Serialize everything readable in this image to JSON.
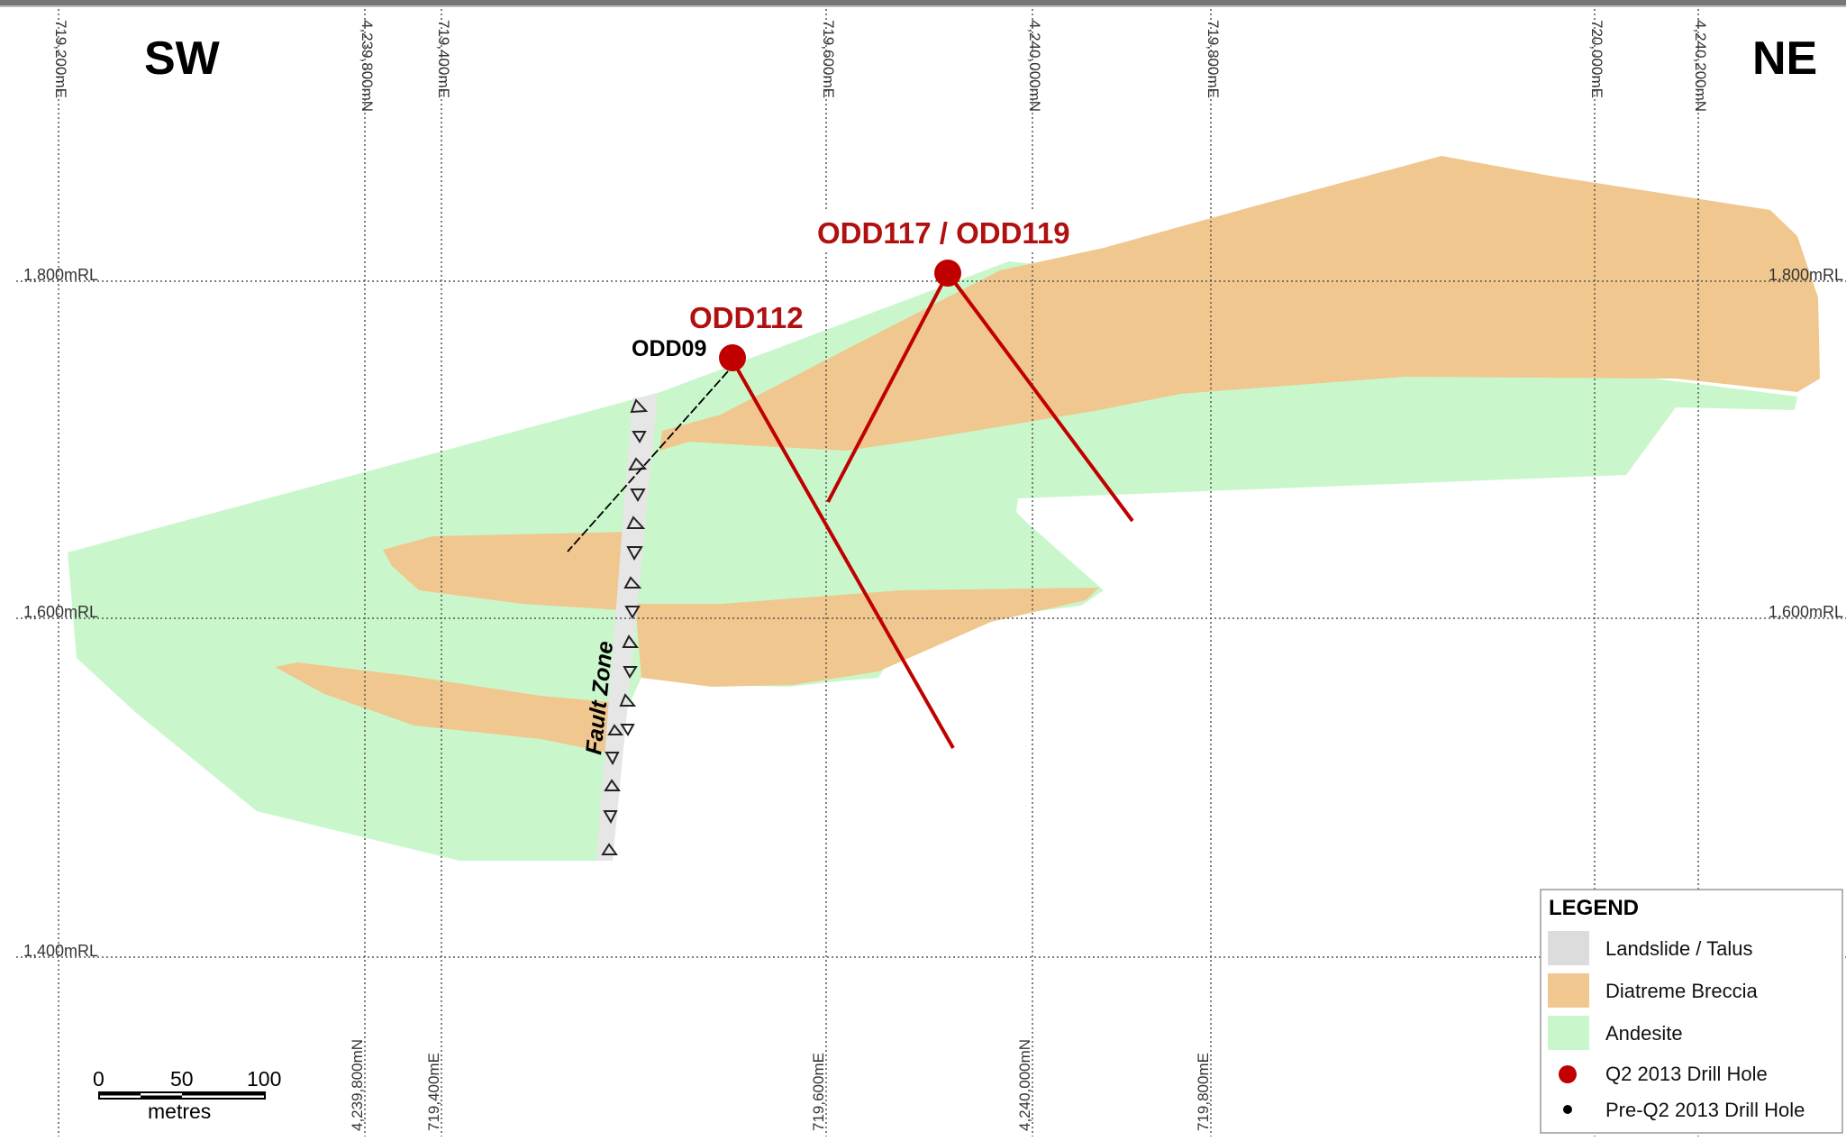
{
  "directions": {
    "left": "SW",
    "right": "NE"
  },
  "grid": {
    "top_labels": [
      "719,200mE",
      "4,239,800mN",
      "719,400mE",
      "719,600mE",
      "4,240,000mN",
      "719,800mE",
      "720,000mE",
      "4,240,200mN"
    ],
    "bottom_labels": [
      "4,239,800mN",
      "719,400mE",
      "719,600mE",
      "4,240,000mN",
      "719,800mE"
    ],
    "rl_left": [
      "1,800mRL",
      "1,600mRL",
      "1,400mRL"
    ],
    "rl_right": [
      "1,800mRL",
      "1,600mRL"
    ]
  },
  "drill_holes": {
    "odd117_119": "ODD117 / ODD119",
    "odd112": "ODD112",
    "odd09": "ODD09"
  },
  "fault_label": "Fault Zone",
  "legend": {
    "title": "LEGEND",
    "items": [
      {
        "label": "Landslide / Talus",
        "color": "#dcdcdc",
        "symbol": "swatch"
      },
      {
        "label": "Diatreme Breccia",
        "color": "#f0c78e",
        "symbol": "swatch"
      },
      {
        "label": "Andesite",
        "color": "#c9f7cb",
        "symbol": "swatch"
      },
      {
        "label": "Q2 2013 Drill Hole",
        "color": "#c00000",
        "symbol": "red-dot"
      },
      {
        "label": "Pre-Q2 2013 Drill Hole",
        "color": "#000000",
        "symbol": "black-dot"
      }
    ]
  },
  "scale_bar": {
    "ticks": [
      "0",
      "50",
      "100"
    ],
    "unit": "metres"
  },
  "colors": {
    "andesite": "#c9f7cb",
    "breccia": "#f0c78e",
    "talus": "#e6e6e6",
    "drill_red": "#c00000",
    "grid": "#555555"
  }
}
